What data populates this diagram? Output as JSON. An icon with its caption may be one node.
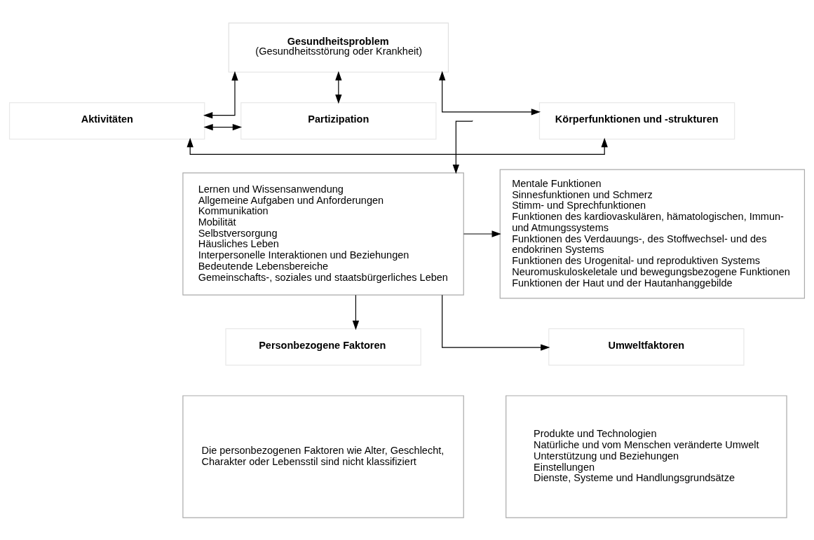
{
  "diagram": {
    "nodes": [
      {
        "text": [
          "Gesundheitsproblem",
          "(Gesundheitsstörung oder Krankheit)"
        ]
      },
      {
        "text": [
          "Körperfunktionen und -strukturen"
        ]
      },
      {
        "text": [
          "Aktivitäten"
        ]
      },
      {
        "text": [
          "Partizipation"
        ]
      },
      {
        "text": [
          "Mentale Funktionen",
          "Sinnesfunktionen und Schmerz",
          "Stimm- und Sprechfunktionen",
          "Funktionen des kardiovaskulären, hämatologischen, Immun- und Atmungssystems",
          "Funktionen des Verdauungs-, des Stoffwechsel- und des endokrinen Systems",
          "Funktionen des Urogenital- und reproduktiven Systems",
          "Neuromuskuloskeletale und bewegungsbezogene Funktionen",
          "Funktionen der Haut und der Hautanhanggebilde"
        ]
      },
      {
        "text": [
          "Lernen und Wissensanwendung",
          "Allgemeine Aufgaben und Anforderungen",
          "Kommunikation",
          "Mobilität",
          "Selbstversorgung",
          "Häusliches Leben",
          "Interpersonelle Interaktionen und Beziehungen",
          "Bedeutende Lebensbereiche",
          "Gemeinschafts-, soziales und staatsbürgerliches Leben"
        ]
      },
      {
        "text": [
          "Umweltfaktoren"
        ]
      },
      {
        "text": [
          "Personbezogene Faktoren"
        ]
      },
      {
        "text": [
          "Produkte und Technologien",
          "Natürliche und vom Menschen veränderte Umwelt",
          "Unterstützung und Beziehungen",
          "Einstellungen",
          "Dienste, Systeme und Handlungsgrundsätze"
        ]
      },
      {
        "text": [
          "Die personbezogenen Faktoren wie Alter, Geschlecht, Charakter oder Lebensstil sind nicht klassifiziert"
        ]
      }
    ],
    "edges": [
      {
        "from": 0,
        "to": 1,
        "arrow": "both"
      },
      {
        "from": 0,
        "to": 2,
        "arrow": "both"
      },
      {
        "from": 0,
        "to": 3,
        "arrow": "both"
      },
      {
        "from": 1,
        "to": 2,
        "arrow": "both"
      },
      {
        "from": 2,
        "to": 3,
        "arrow": "both"
      },
      {
        "from": 5,
        "to": 4,
        "arrow": "to"
      },
      {
        "from": null,
        "to": 5,
        "arrow": "to"
      },
      {
        "from": 5,
        "to": 6,
        "arrow": "to"
      },
      {
        "from": 5,
        "to": 7,
        "arrow": "to"
      }
    ]
  }
}
